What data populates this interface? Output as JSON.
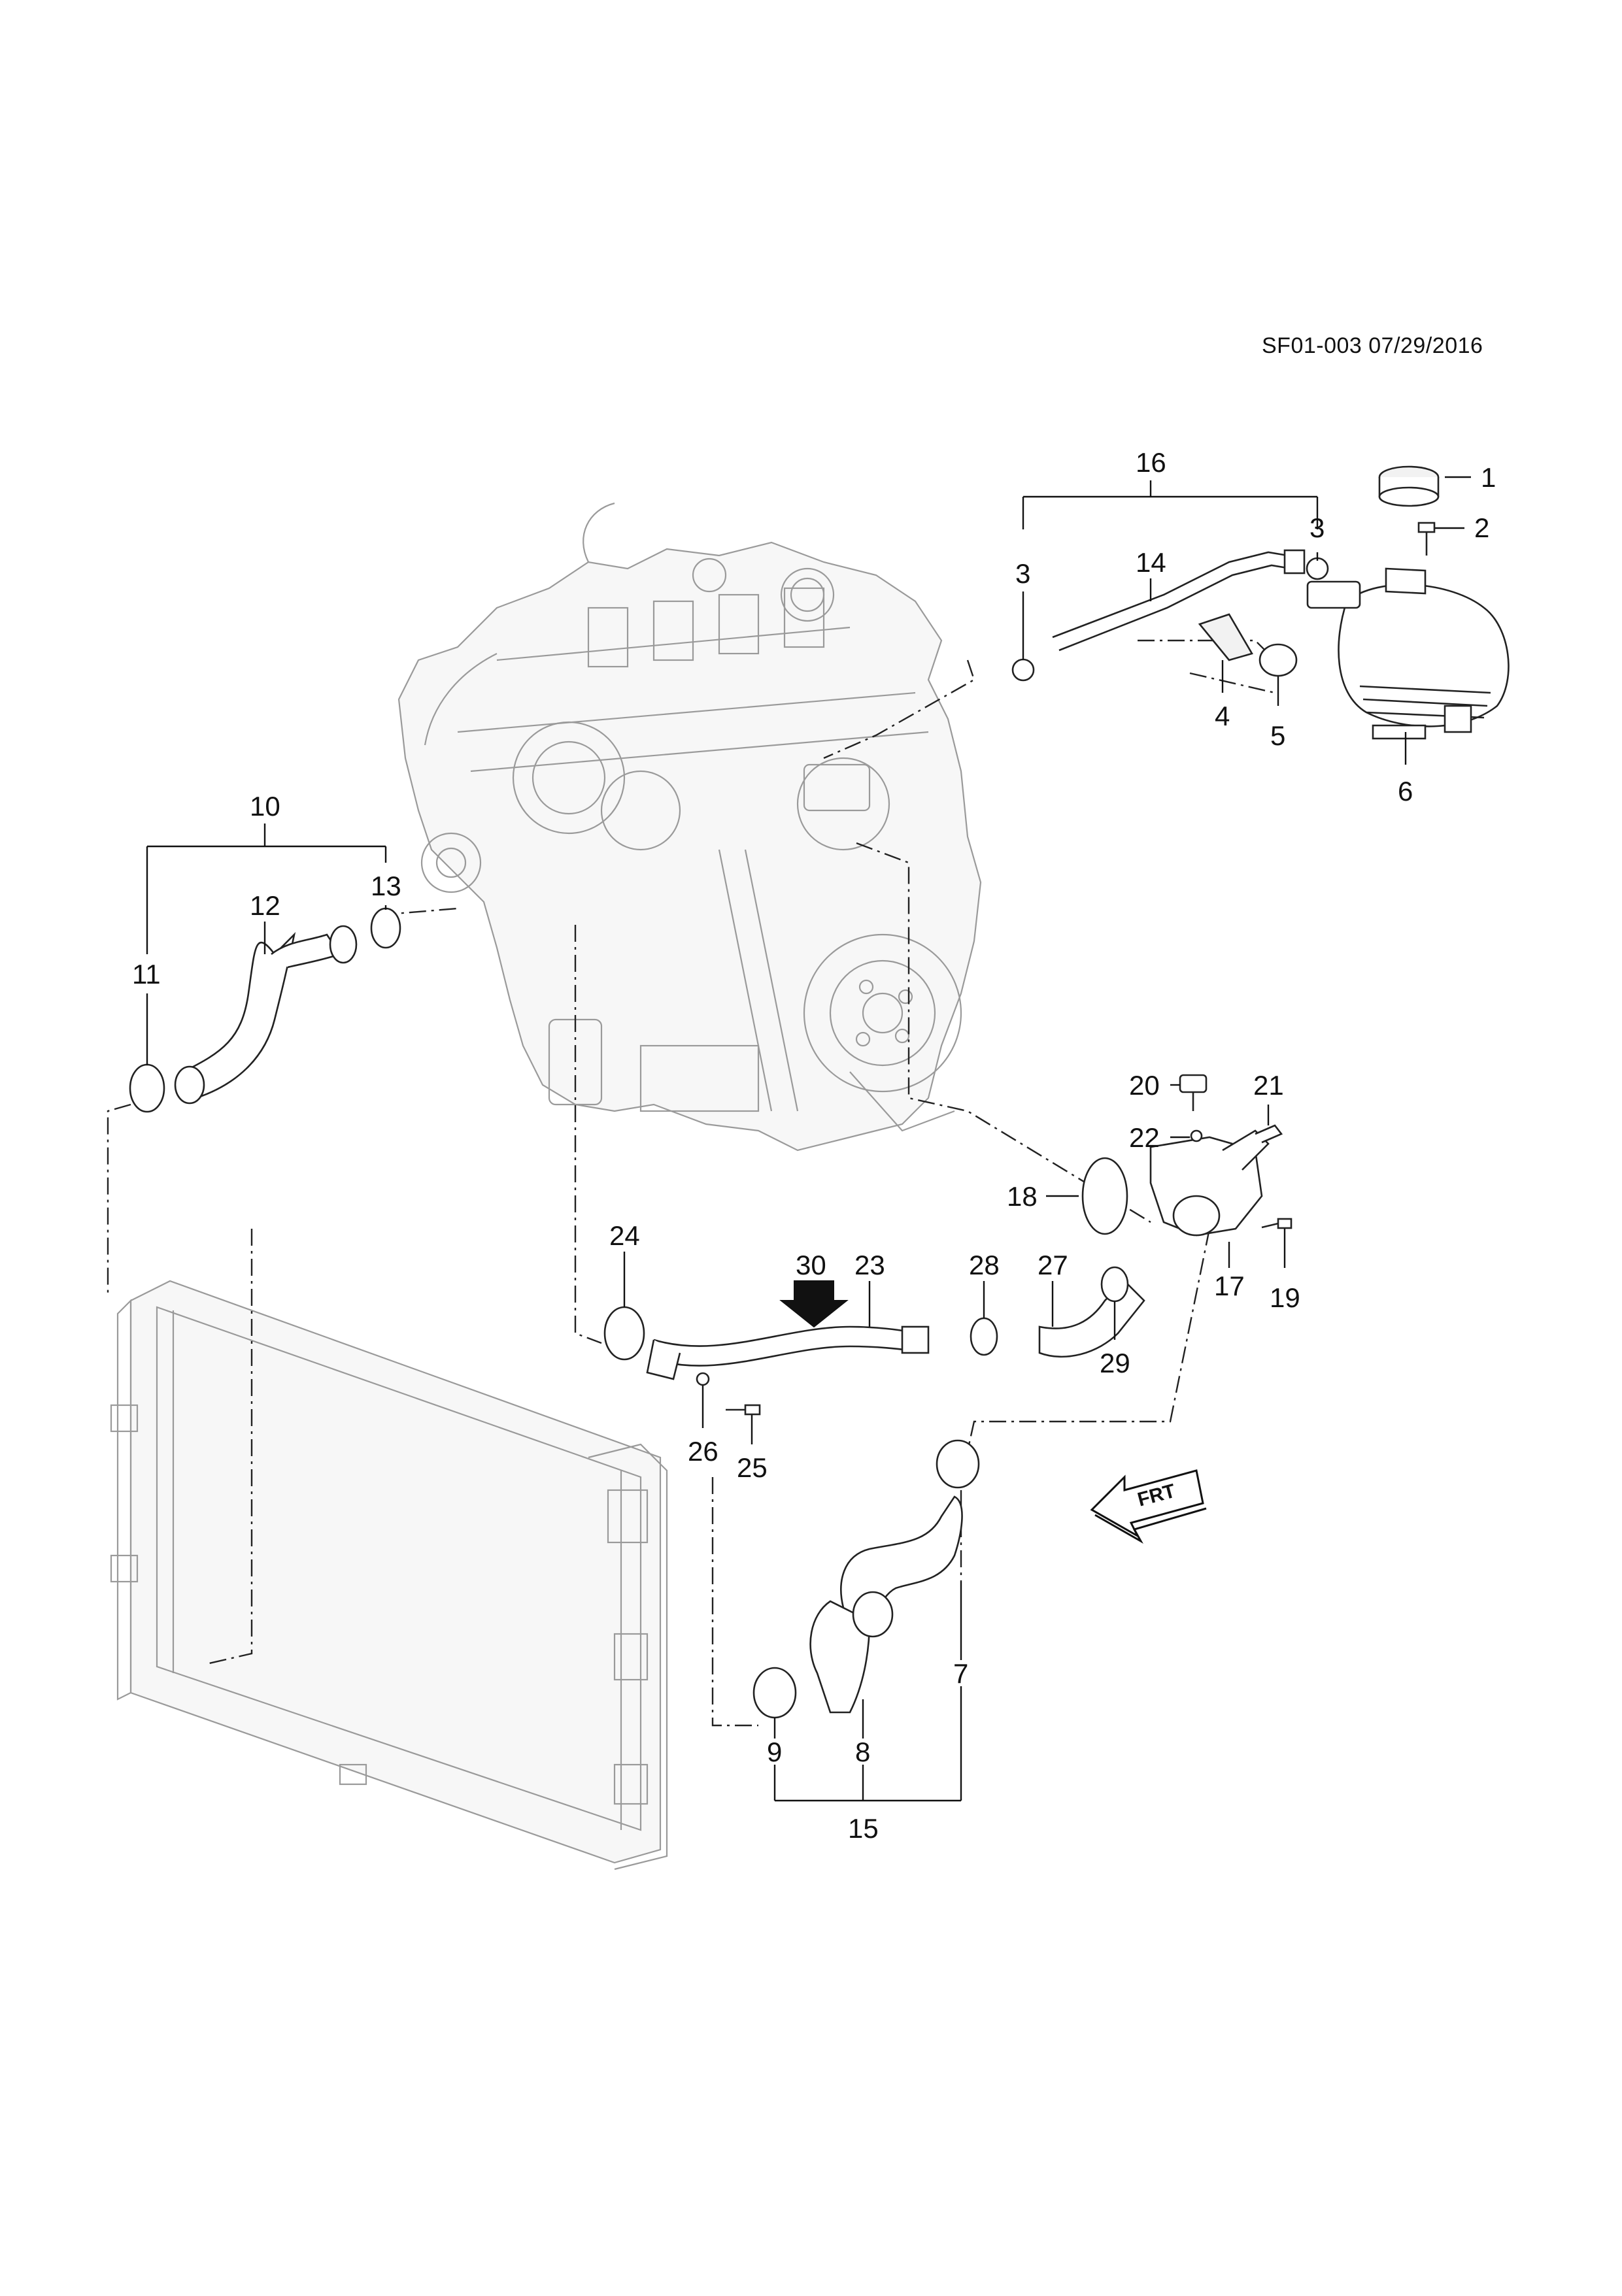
{
  "document": {
    "code": "SF01-003 07/29/2016"
  },
  "callouts": [
    {
      "id": "n1",
      "label": "1"
    },
    {
      "id": "n2",
      "label": "2"
    },
    {
      "id": "n3a",
      "label": "3"
    },
    {
      "id": "n3b",
      "label": "3"
    },
    {
      "id": "n4",
      "label": "4"
    },
    {
      "id": "n5",
      "label": "5"
    },
    {
      "id": "n6",
      "label": "6"
    },
    {
      "id": "n7",
      "label": "7"
    },
    {
      "id": "n8",
      "label": "8"
    },
    {
      "id": "n9",
      "label": "9"
    },
    {
      "id": "n10",
      "label": "10"
    },
    {
      "id": "n11",
      "label": "11"
    },
    {
      "id": "n12",
      "label": "12"
    },
    {
      "id": "n13",
      "label": "13"
    },
    {
      "id": "n14",
      "label": "14"
    },
    {
      "id": "n15",
      "label": "15"
    },
    {
      "id": "n16",
      "label": "16"
    },
    {
      "id": "n17",
      "label": "17"
    },
    {
      "id": "n18",
      "label": "18"
    },
    {
      "id": "n19",
      "label": "19"
    },
    {
      "id": "n20",
      "label": "20"
    },
    {
      "id": "n21",
      "label": "21"
    },
    {
      "id": "n22",
      "label": "22"
    },
    {
      "id": "n23",
      "label": "23"
    },
    {
      "id": "n24",
      "label": "24"
    },
    {
      "id": "n25",
      "label": "25"
    },
    {
      "id": "n26",
      "label": "26"
    },
    {
      "id": "n27",
      "label": "27"
    },
    {
      "id": "n28",
      "label": "28"
    },
    {
      "id": "n29",
      "label": "29"
    },
    {
      "id": "n30",
      "label": "30"
    }
  ],
  "direction_marker": {
    "label": "FRT",
    "icon": "front-direction-arrow-icon"
  },
  "colors": {
    "line": "#111111",
    "ghost": "#9a9a9a",
    "background": "#ffffff"
  }
}
